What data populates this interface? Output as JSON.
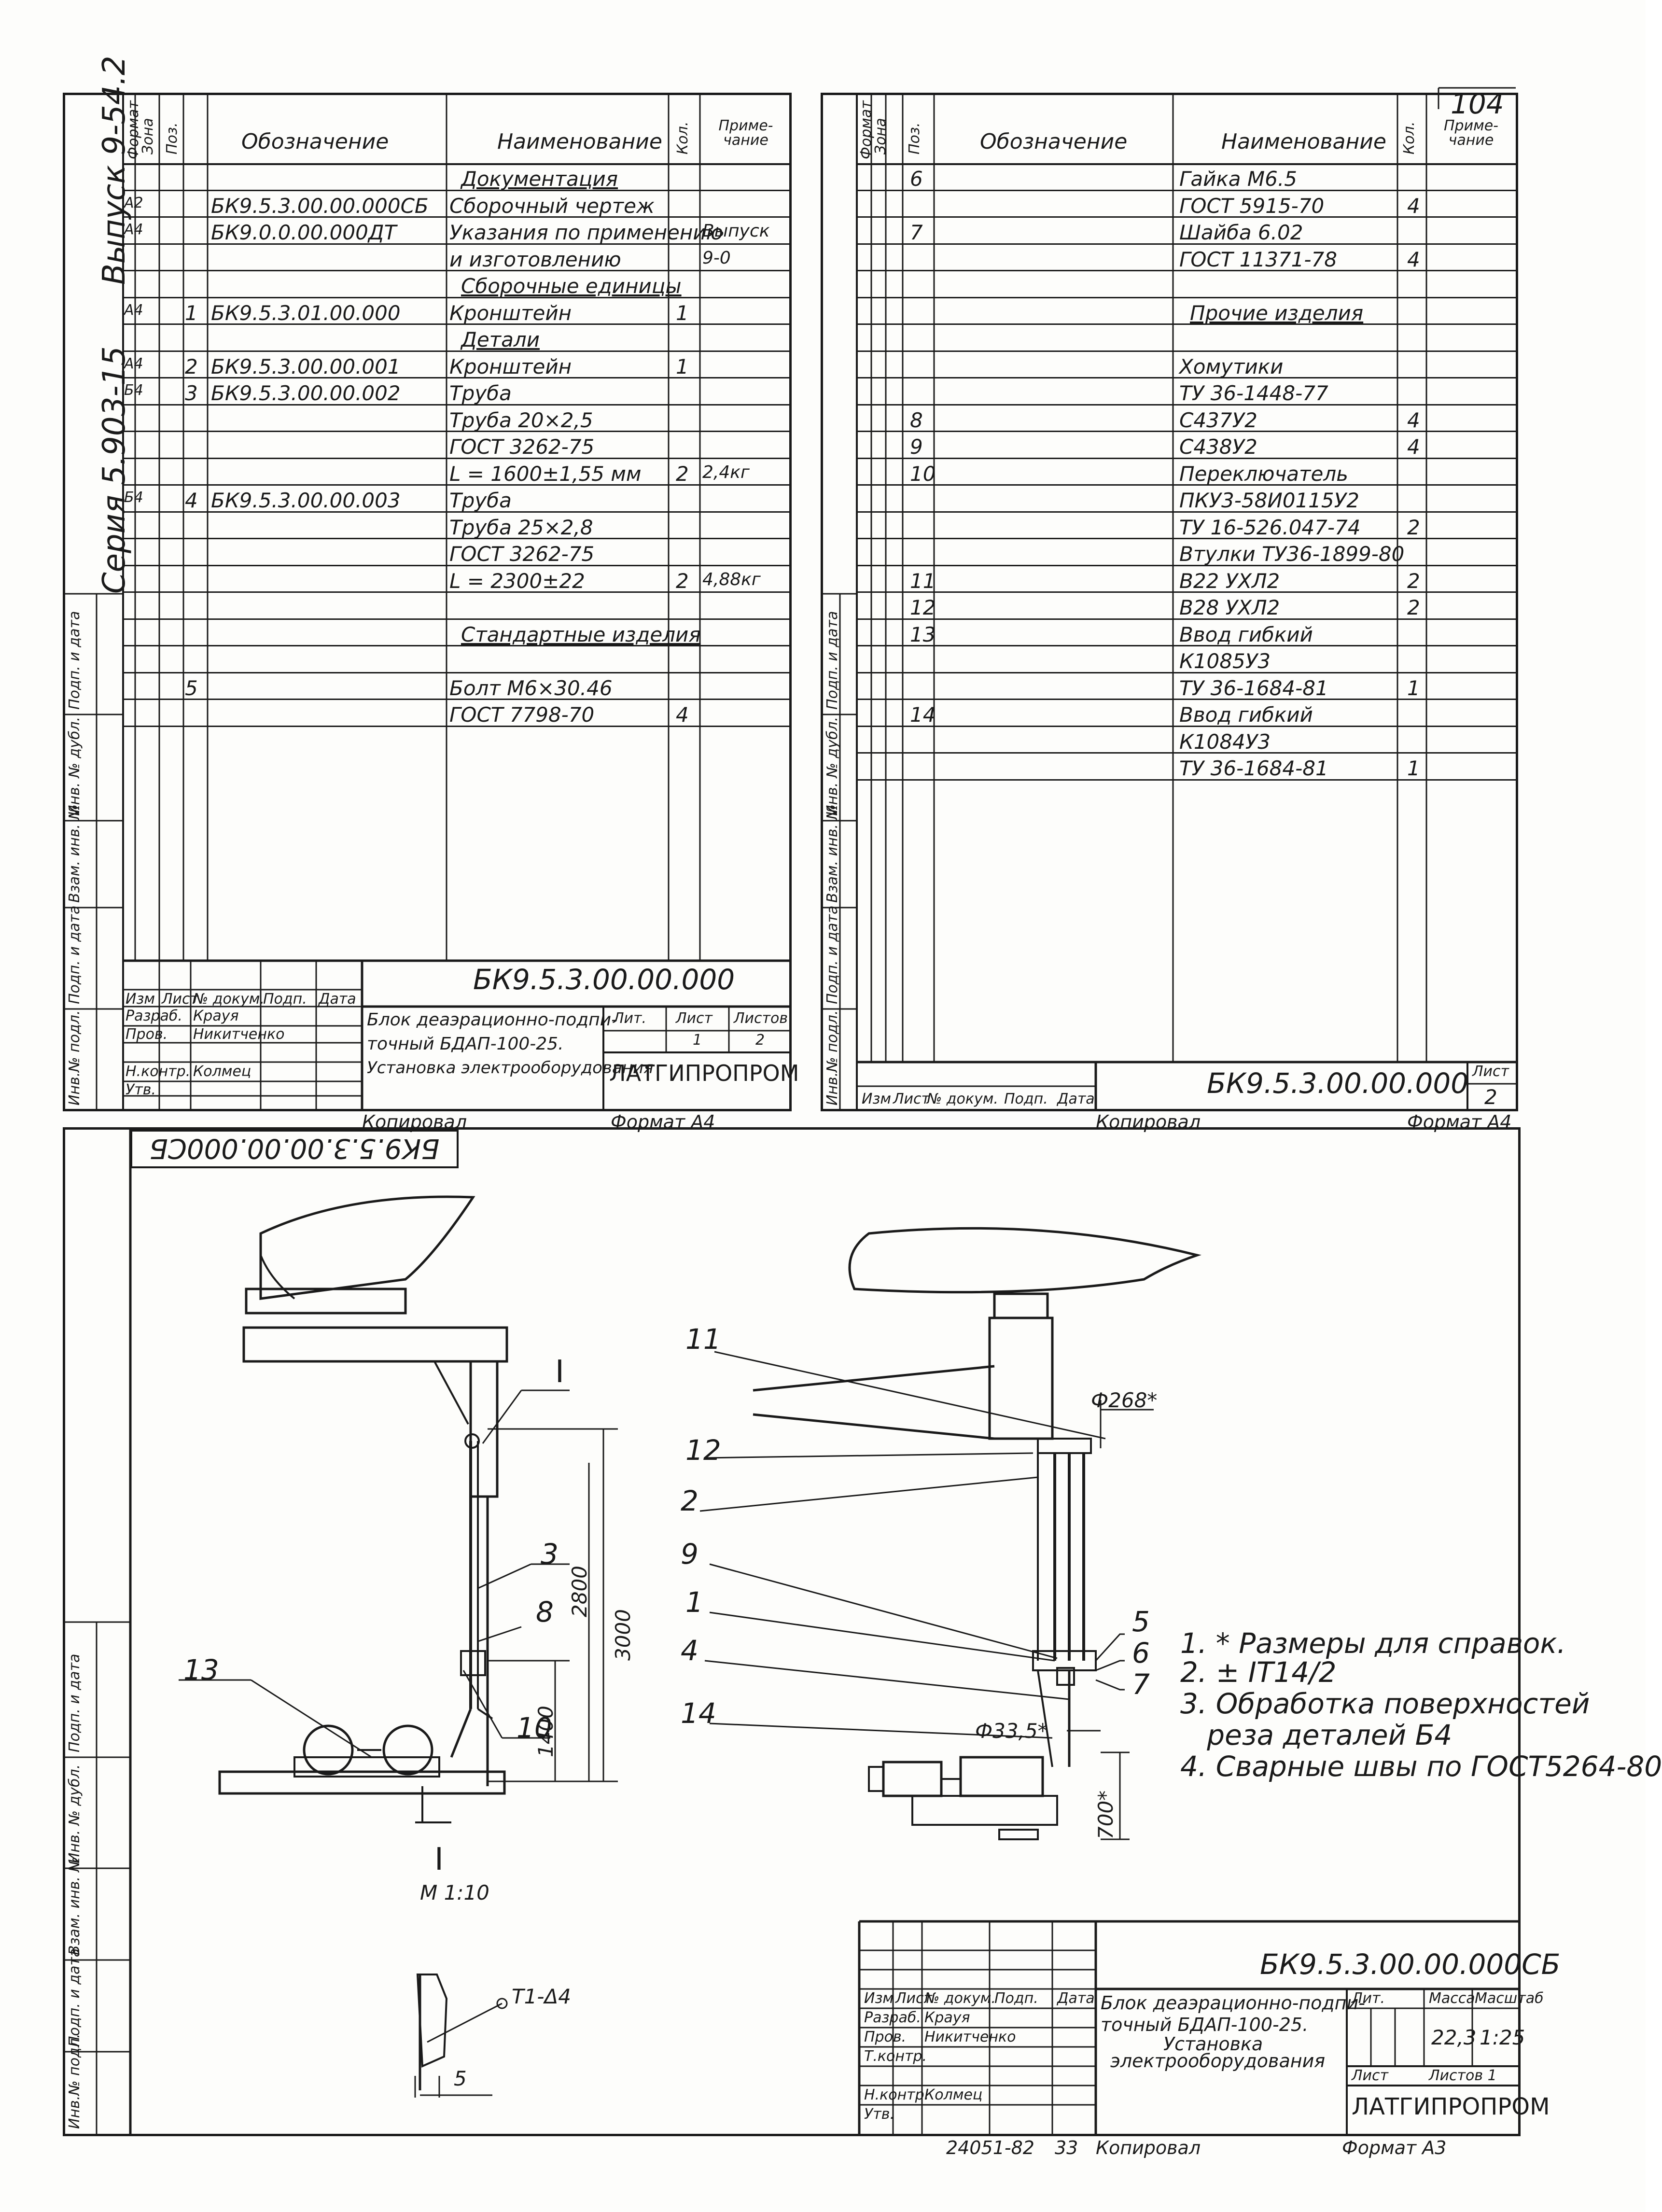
{
  "page_number": "104",
  "series": "Серия 5.903-15",
  "issue": "Выпуск 9-54.2",
  "side_labels": {
    "inv_podl": "Инв.№ подл.",
    "podp_data": "Подп. и дата",
    "vzam_inv": "Взам. инв. №",
    "inv_dubl": "Инв. № дубл."
  },
  "spec_headers": {
    "format": "Формат",
    "zone": "Зона",
    "pos": "Поз.",
    "designation": "Обозначение",
    "name": "Наименование",
    "qty": "Кол.",
    "note": "Приме-чание"
  },
  "sheet1": {
    "rows": [
      {
        "fmt": "",
        "zone": "",
        "pos": "",
        "des": "",
        "name": "Документация",
        "qty": "",
        "note": "",
        "section": true
      },
      {
        "fmt": "А2",
        "zone": "",
        "pos": "",
        "des": "БК9.5.3.00.00.000СБ",
        "name": "Сборочный чертеж",
        "qty": "",
        "note": ""
      },
      {
        "fmt": "А4",
        "zone": "",
        "pos": "",
        "des": "БК9.0.0.00.000ДТ",
        "name": "Указания по применению",
        "qty": "",
        "note": "Выпуск"
      },
      {
        "fmt": "",
        "zone": "",
        "pos": "",
        "des": "",
        "name": "и изготовлению",
        "qty": "",
        "note": "9-0"
      },
      {
        "fmt": "",
        "zone": "",
        "pos": "",
        "des": "",
        "name": "Сборочные единицы",
        "qty": "",
        "note": "",
        "section": true
      },
      {
        "fmt": "А4",
        "zone": "",
        "pos": "1",
        "des": "БК9.5.3.01.00.000",
        "name": "Кронштейн",
        "qty": "1",
        "note": ""
      },
      {
        "fmt": "",
        "zone": "",
        "pos": "",
        "des": "",
        "name": "Детали",
        "qty": "",
        "note": "",
        "section": true
      },
      {
        "fmt": "А4",
        "zone": "",
        "pos": "2",
        "des": "БК9.5.3.00.00.001",
        "name": "Кронштейн",
        "qty": "1",
        "note": ""
      },
      {
        "fmt": "Б4",
        "zone": "",
        "pos": "3",
        "des": "БК9.5.3.00.00.002",
        "name": "Труба",
        "qty": "",
        "note": ""
      },
      {
        "fmt": "",
        "zone": "",
        "pos": "",
        "des": "",
        "name": "Труба 20×2,5",
        "qty": "",
        "note": ""
      },
      {
        "fmt": "",
        "zone": "",
        "pos": "",
        "des": "",
        "name": "ГОСТ 3262-75",
        "qty": "",
        "note": ""
      },
      {
        "fmt": "",
        "zone": "",
        "pos": "",
        "des": "",
        "name": "L = 1600±1,55 мм",
        "qty": "2",
        "note": "2,4кг"
      },
      {
        "fmt": "Б4",
        "zone": "",
        "pos": "4",
        "des": "БК9.5.3.00.00.003",
        "name": "Труба",
        "qty": "",
        "note": ""
      },
      {
        "fmt": "",
        "zone": "",
        "pos": "",
        "des": "",
        "name": "Труба 25×2,8",
        "qty": "",
        "note": ""
      },
      {
        "fmt": "",
        "zone": "",
        "pos": "",
        "des": "",
        "name": "ГОСТ 3262-75",
        "qty": "",
        "note": ""
      },
      {
        "fmt": "",
        "zone": "",
        "pos": "",
        "des": "",
        "name": "L = 2300±22",
        "qty": "2",
        "note": "4,88кг"
      },
      {
        "fmt": "",
        "zone": "",
        "pos": "",
        "des": "",
        "name": "",
        "qty": "",
        "note": ""
      },
      {
        "fmt": "",
        "zone": "",
        "pos": "",
        "des": "",
        "name": "Стандартные изделия",
        "qty": "",
        "note": "",
        "section": true
      },
      {
        "fmt": "",
        "zone": "",
        "pos": "",
        "des": "",
        "name": "",
        "qty": "",
        "note": ""
      },
      {
        "fmt": "",
        "zone": "",
        "pos": "5",
        "des": "",
        "name": "Болт М6×30.46",
        "qty": "",
        "note": ""
      },
      {
        "fmt": "",
        "zone": "",
        "pos": "",
        "des": "",
        "name": "ГОСТ 7798-70",
        "qty": "4",
        "note": ""
      }
    ],
    "title_block": {
      "code": "БК9.5.3.00.00.000",
      "title_lines": [
        "Блок деаэрационно-подпи-",
        "точный БДАП-100-25.",
        "Установка электрооборудования"
      ],
      "izm": "Изм",
      "list": "Лист",
      "ndoc": "№ докум.",
      "podp": "Подп.",
      "data": "Дата",
      "razrab": "Разраб.",
      "razrab_name": "Крауя",
      "prov": "Пров.",
      "prov_name": "Никитченко",
      "nkontr": "Н.контр.",
      "nkontr_name": "Колмец",
      "utv": "Утв.",
      "lit": "Лит.",
      "sheet_label": "Лист",
      "sheets_label": "Листов",
      "sheet": "1",
      "sheets": "2",
      "org": "ЛАТГИПРОПРОМ",
      "copied": "Копировал",
      "format": "Формат А4"
    }
  },
  "sheet2": {
    "rows": [
      {
        "pos": "6",
        "name": "Гайка М6.5",
        "qty": ""
      },
      {
        "pos": "",
        "name": "ГОСТ 5915-70",
        "qty": "4"
      },
      {
        "pos": "7",
        "name": "Шайба 6.02",
        "qty": ""
      },
      {
        "pos": "",
        "name": "ГОСТ 11371-78",
        "qty": "4"
      },
      {
        "pos": "",
        "name": "",
        "qty": ""
      },
      {
        "pos": "",
        "name": "Прочие изделия",
        "qty": "",
        "section": true
      },
      {
        "pos": "",
        "name": "",
        "qty": ""
      },
      {
        "pos": "",
        "name": "Хомутики",
        "qty": ""
      },
      {
        "pos": "",
        "name": "ТУ 36-1448-77",
        "qty": ""
      },
      {
        "pos": "8",
        "name": "С437У2",
        "qty": "4"
      },
      {
        "pos": "9",
        "name": "С438У2",
        "qty": "4"
      },
      {
        "pos": "10",
        "name": "Переключатель",
        "qty": ""
      },
      {
        "pos": "",
        "name": "ПКУ3-58И0115У2",
        "qty": ""
      },
      {
        "pos": "",
        "name": "ТУ 16-526.047-74",
        "qty": "2"
      },
      {
        "pos": "",
        "name": "Втулки ТУ36-1899-80",
        "qty": ""
      },
      {
        "pos": "11",
        "name": "В22 УХЛ2",
        "qty": "2"
      },
      {
        "pos": "12",
        "name": "В28 УХЛ2",
        "qty": "2"
      },
      {
        "pos": "13",
        "name": "Ввод гибкий",
        "qty": ""
      },
      {
        "pos": "",
        "name": "К1085У3",
        "qty": ""
      },
      {
        "pos": "",
        "name": "ТУ 36-1684-81",
        "qty": "1"
      },
      {
        "pos": "14",
        "name": "Ввод гибкий",
        "qty": ""
      },
      {
        "pos": "",
        "name": "К1084У3",
        "qty": ""
      },
      {
        "pos": "",
        "name": "ТУ 36-1684-81",
        "qty": "1"
      }
    ],
    "code": "БК9.5.3.00.00.000",
    "sheet_label": "Лист",
    "sheet": "2",
    "copied": "Копировал",
    "format": "Формат А4"
  },
  "drawing": {
    "stamp_code": "БК9.5.3.00.00.000СБ",
    "callouts": [
      "11",
      "12",
      "2",
      "9",
      "1",
      "4",
      "14",
      "3",
      "8",
      "10",
      "13",
      "5",
      "6",
      "7"
    ],
    "section_mark": "I",
    "scale_label": "М 1:10",
    "dim_2800": "2800",
    "dim_3000": "3000",
    "dim_1400": "1400",
    "dim_700": "700*",
    "dim_phi268": "Ф268*",
    "dim_phi335": "Ф33,5*",
    "weld_label": "Т1-Δ4",
    "detail_dim": "5",
    "notes": [
      "1. * Размеры для справок.",
      "2. ± IT14/2",
      "3. Обработка поверхностей",
      "   реза деталей Б4",
      "4. Сварные швы по ГОСТ5264-80"
    ],
    "title_block": {
      "code": "БК9.5.3.00.00.000СБ",
      "title_lines": [
        "Блок деаэрационно-подпи-",
        "точный БДАП-100-25.",
        "Установка",
        "электрооборудования"
      ],
      "lit": "Лит.",
      "mass_label": "Масса",
      "scale_label": "Масштаб",
      "mass": "22,3",
      "scale": "1:25",
      "sheet_label": "Лист",
      "sheets_label": "Листов 1",
      "org": "ЛАТГИПРОПРОМ",
      "razrab_name": "Крауя",
      "prov_name": "Никитченко",
      "nkontr_name": "Колмец",
      "tkontr": "Т.контр.",
      "bottom_ref": "24051-82",
      "bottom_num": "33",
      "copied": "Копировал",
      "format": "Формат А3"
    }
  }
}
